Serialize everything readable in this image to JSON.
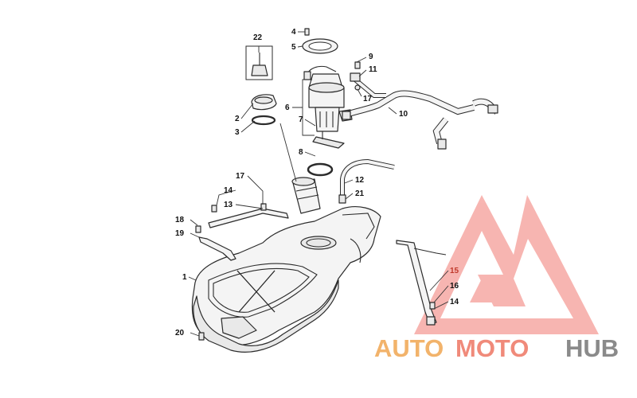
{
  "diagram": {
    "callouts": [
      {
        "id": "c1",
        "label": "1"
      },
      {
        "id": "c2",
        "label": "2"
      },
      {
        "id": "c3",
        "label": "3"
      },
      {
        "id": "c4",
        "label": "4"
      },
      {
        "id": "c5",
        "label": "5"
      },
      {
        "id": "c6",
        "label": "6"
      },
      {
        "id": "c7",
        "label": "7"
      },
      {
        "id": "c8",
        "label": "8"
      },
      {
        "id": "c9",
        "label": "9"
      },
      {
        "id": "c10",
        "label": "10"
      },
      {
        "id": "c11",
        "label": "11"
      },
      {
        "id": "c12",
        "label": "12"
      },
      {
        "id": "c13",
        "label": "13"
      },
      {
        "id": "c14a",
        "label": "14"
      },
      {
        "id": "c14b",
        "label": "14"
      },
      {
        "id": "c15",
        "label": "15"
      },
      {
        "id": "c16",
        "label": "16"
      },
      {
        "id": "c17a",
        "label": "17"
      },
      {
        "id": "c17b",
        "label": "17"
      },
      {
        "id": "c18",
        "label": "18"
      },
      {
        "id": "c19",
        "label": "19"
      },
      {
        "id": "c20",
        "label": "20"
      },
      {
        "id": "c21",
        "label": "21"
      },
      {
        "id": "c22",
        "label": "22"
      }
    ]
  },
  "watermark": {
    "part1": "AUTO",
    "part2": "MOTO",
    "part3": "HUB",
    "color_part1": "#f2b36b",
    "color_part2": "#f08a7a",
    "color_part3": "#8a8a8a",
    "logo_color": "#ef5350"
  }
}
